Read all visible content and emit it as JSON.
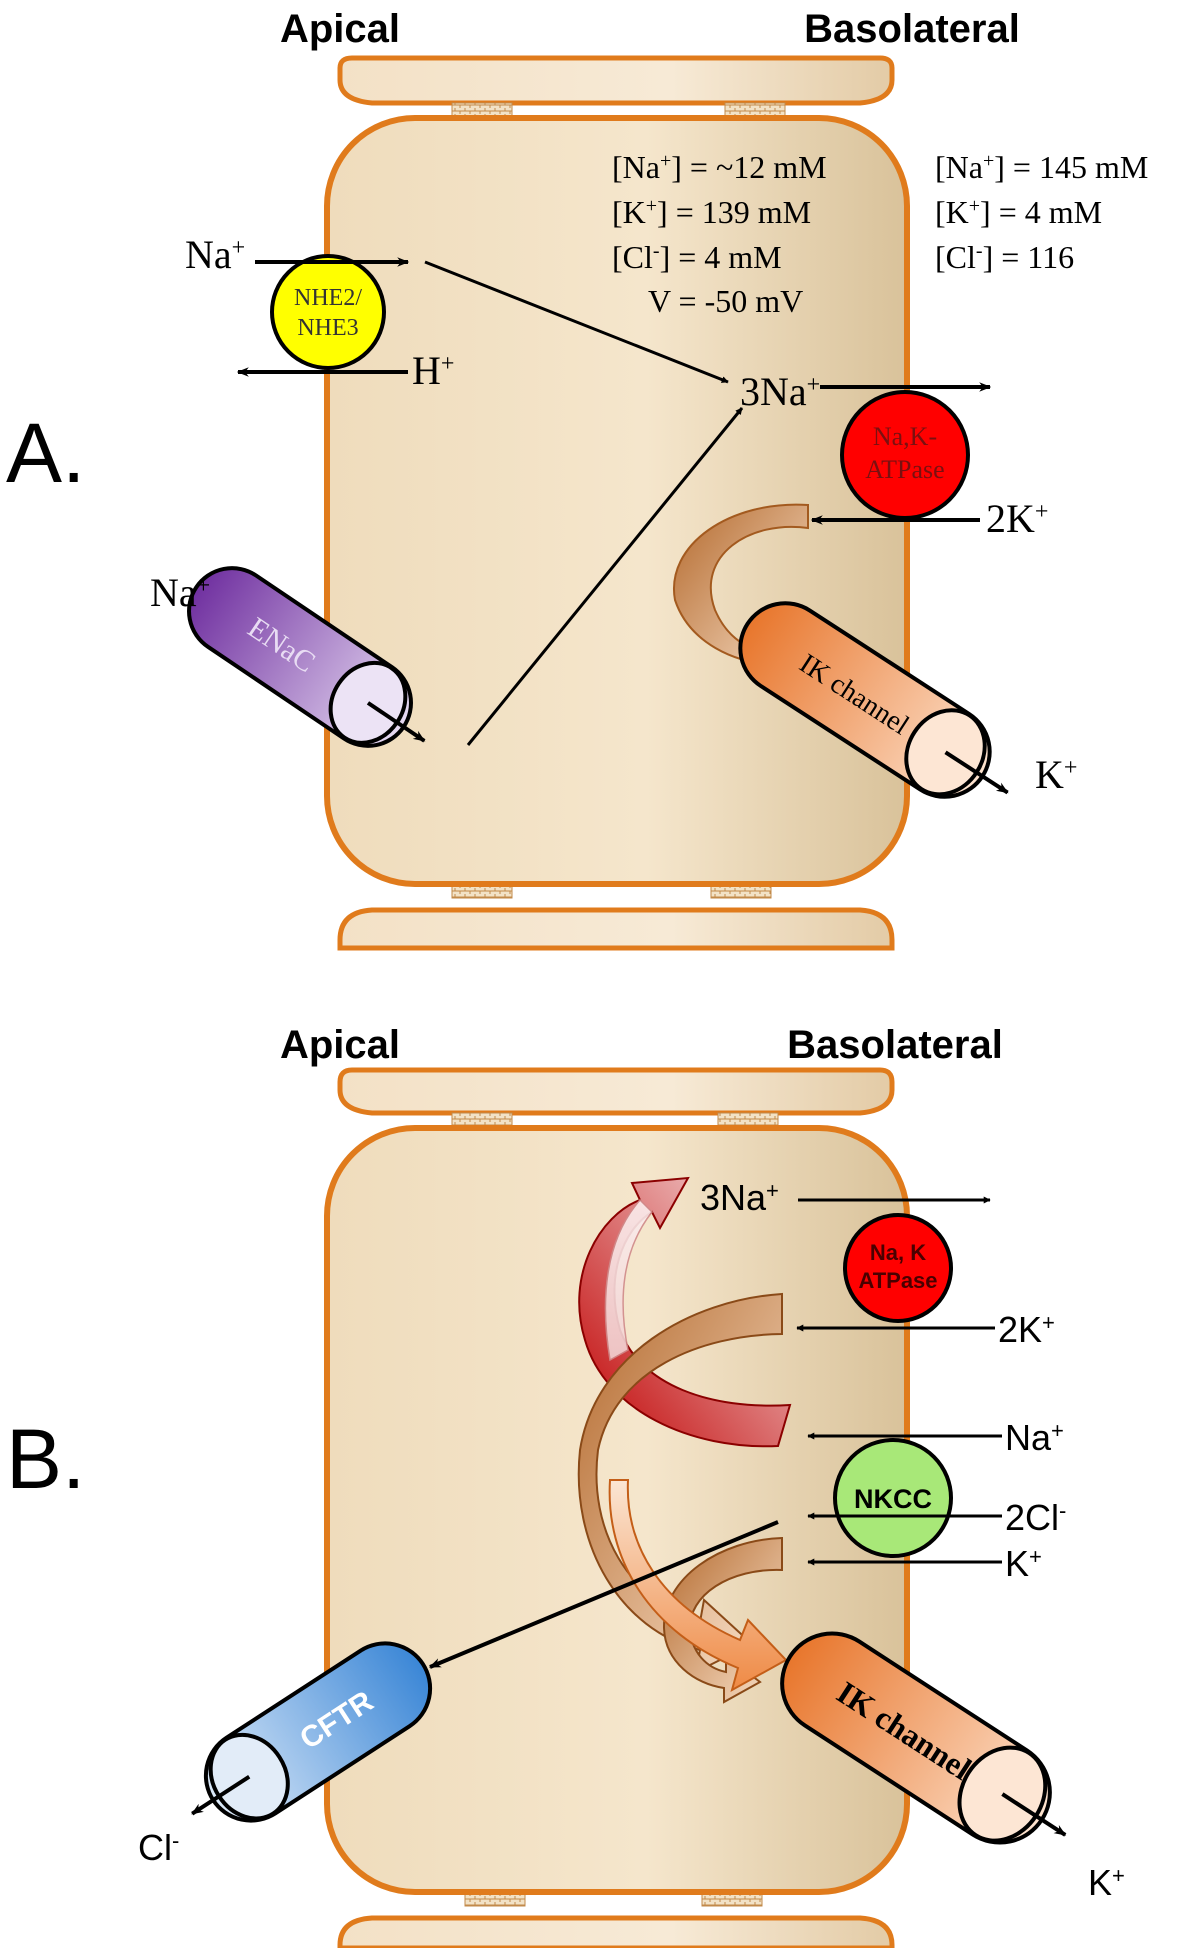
{
  "panel_a": {
    "letter": "A.",
    "apical_label": "Apical",
    "basolateral_label": "Basolateral",
    "intracellular": {
      "na": [
        "[Na",
        "+",
        "] = ~12 mM"
      ],
      "k": [
        "[K",
        "+",
        "] = 139 mM"
      ],
      "cl": [
        "[Cl",
        "-",
        "] = 4 mM"
      ],
      "voltage": "V = -50 mV"
    },
    "extracellular": {
      "na": [
        "[Na",
        "+",
        "] = 145 mM"
      ],
      "k": [
        "[K",
        "+",
        "] = 4 mM"
      ],
      "cl": [
        "[Cl",
        "-",
        "] = 116"
      ]
    },
    "nhe": {
      "label_line1": "NHE2/",
      "label_line2": "NHE3",
      "ion_in": [
        "Na",
        "+"
      ],
      "ion_out": [
        "H",
        "+"
      ]
    },
    "enac": {
      "label": "ENaC",
      "ion": [
        "Na",
        "+"
      ]
    },
    "pump": {
      "label_line1": "Na,K-",
      "label_line2": "ATPase",
      "ion_out": [
        "3Na",
        "+"
      ],
      "ion_in": [
        "2K",
        "+"
      ]
    },
    "ik_channel": {
      "label": "IK channel",
      "ion": [
        "K",
        "+"
      ]
    },
    "colors": {
      "nhe": "#ffff00",
      "enac": "#7030a0",
      "pump": "#ff0000",
      "ik": "#ed7d31"
    }
  },
  "panel_b": {
    "letter": "B.",
    "apical_label": "Apical",
    "basolateral_label": "Basolateral",
    "pump": {
      "label_line1": "Na, K",
      "label_line2": "ATPase",
      "ion_out": [
        "3Na",
        "+"
      ],
      "ion_in": [
        "2K",
        "+"
      ]
    },
    "nkcc": {
      "label": "NKCC",
      "ion_na": [
        "Na",
        "+"
      ],
      "ion_cl": [
        "2Cl",
        "-"
      ],
      "ion_k": [
        "K",
        "+"
      ]
    },
    "cftr": {
      "label": "CFTR",
      "ion": [
        "Cl",
        "-"
      ]
    },
    "ik_channel": {
      "label": "IK channel",
      "ion": [
        "K",
        "+"
      ]
    },
    "colors": {
      "pump": "#ff0000",
      "nkcc": "#92d050",
      "cftr": "#2e75b6",
      "ik": "#ed7d31"
    }
  },
  "colors": {
    "cell_outline": "#e07b1c",
    "cell_fill": "#f0dfc1"
  }
}
